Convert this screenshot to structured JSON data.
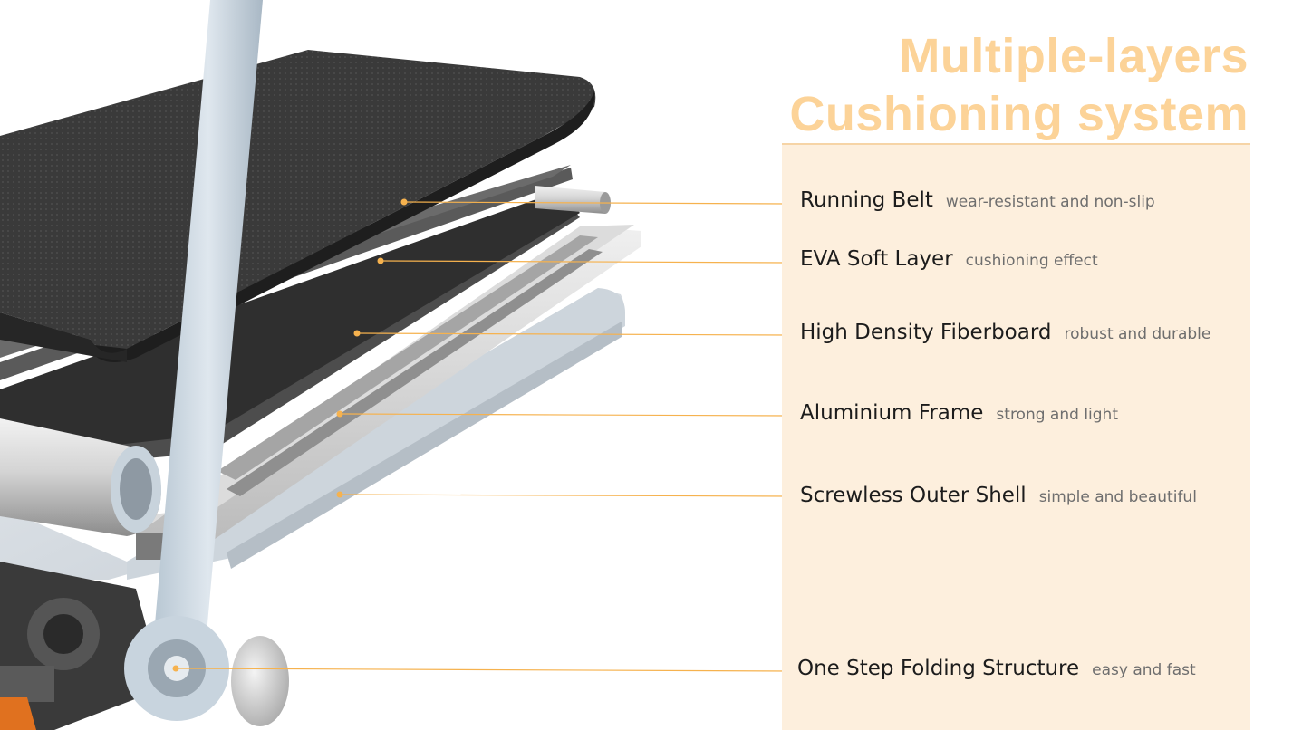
{
  "title": {
    "line1": "Multiple-layers",
    "line2": "Cushioning system"
  },
  "callouts": [
    {
      "label": "Running Belt",
      "desc": "wear-resistant and non-slip"
    },
    {
      "label": "EVA Soft Layer",
      "desc": "cushioning effect"
    },
    {
      "label": "High Density Fiberboard",
      "desc": "robust and durable"
    },
    {
      "label": "Aluminium Frame",
      "desc": "strong and light"
    },
    {
      "label": "Screwless Outer Shell",
      "desc": "simple and beautiful"
    },
    {
      "label": "One Step Folding Structure",
      "desc": "easy and fast"
    }
  ],
  "colors": {
    "accent": "#f6b24e",
    "title": "#fcd398",
    "panel": "#fdefdd"
  }
}
